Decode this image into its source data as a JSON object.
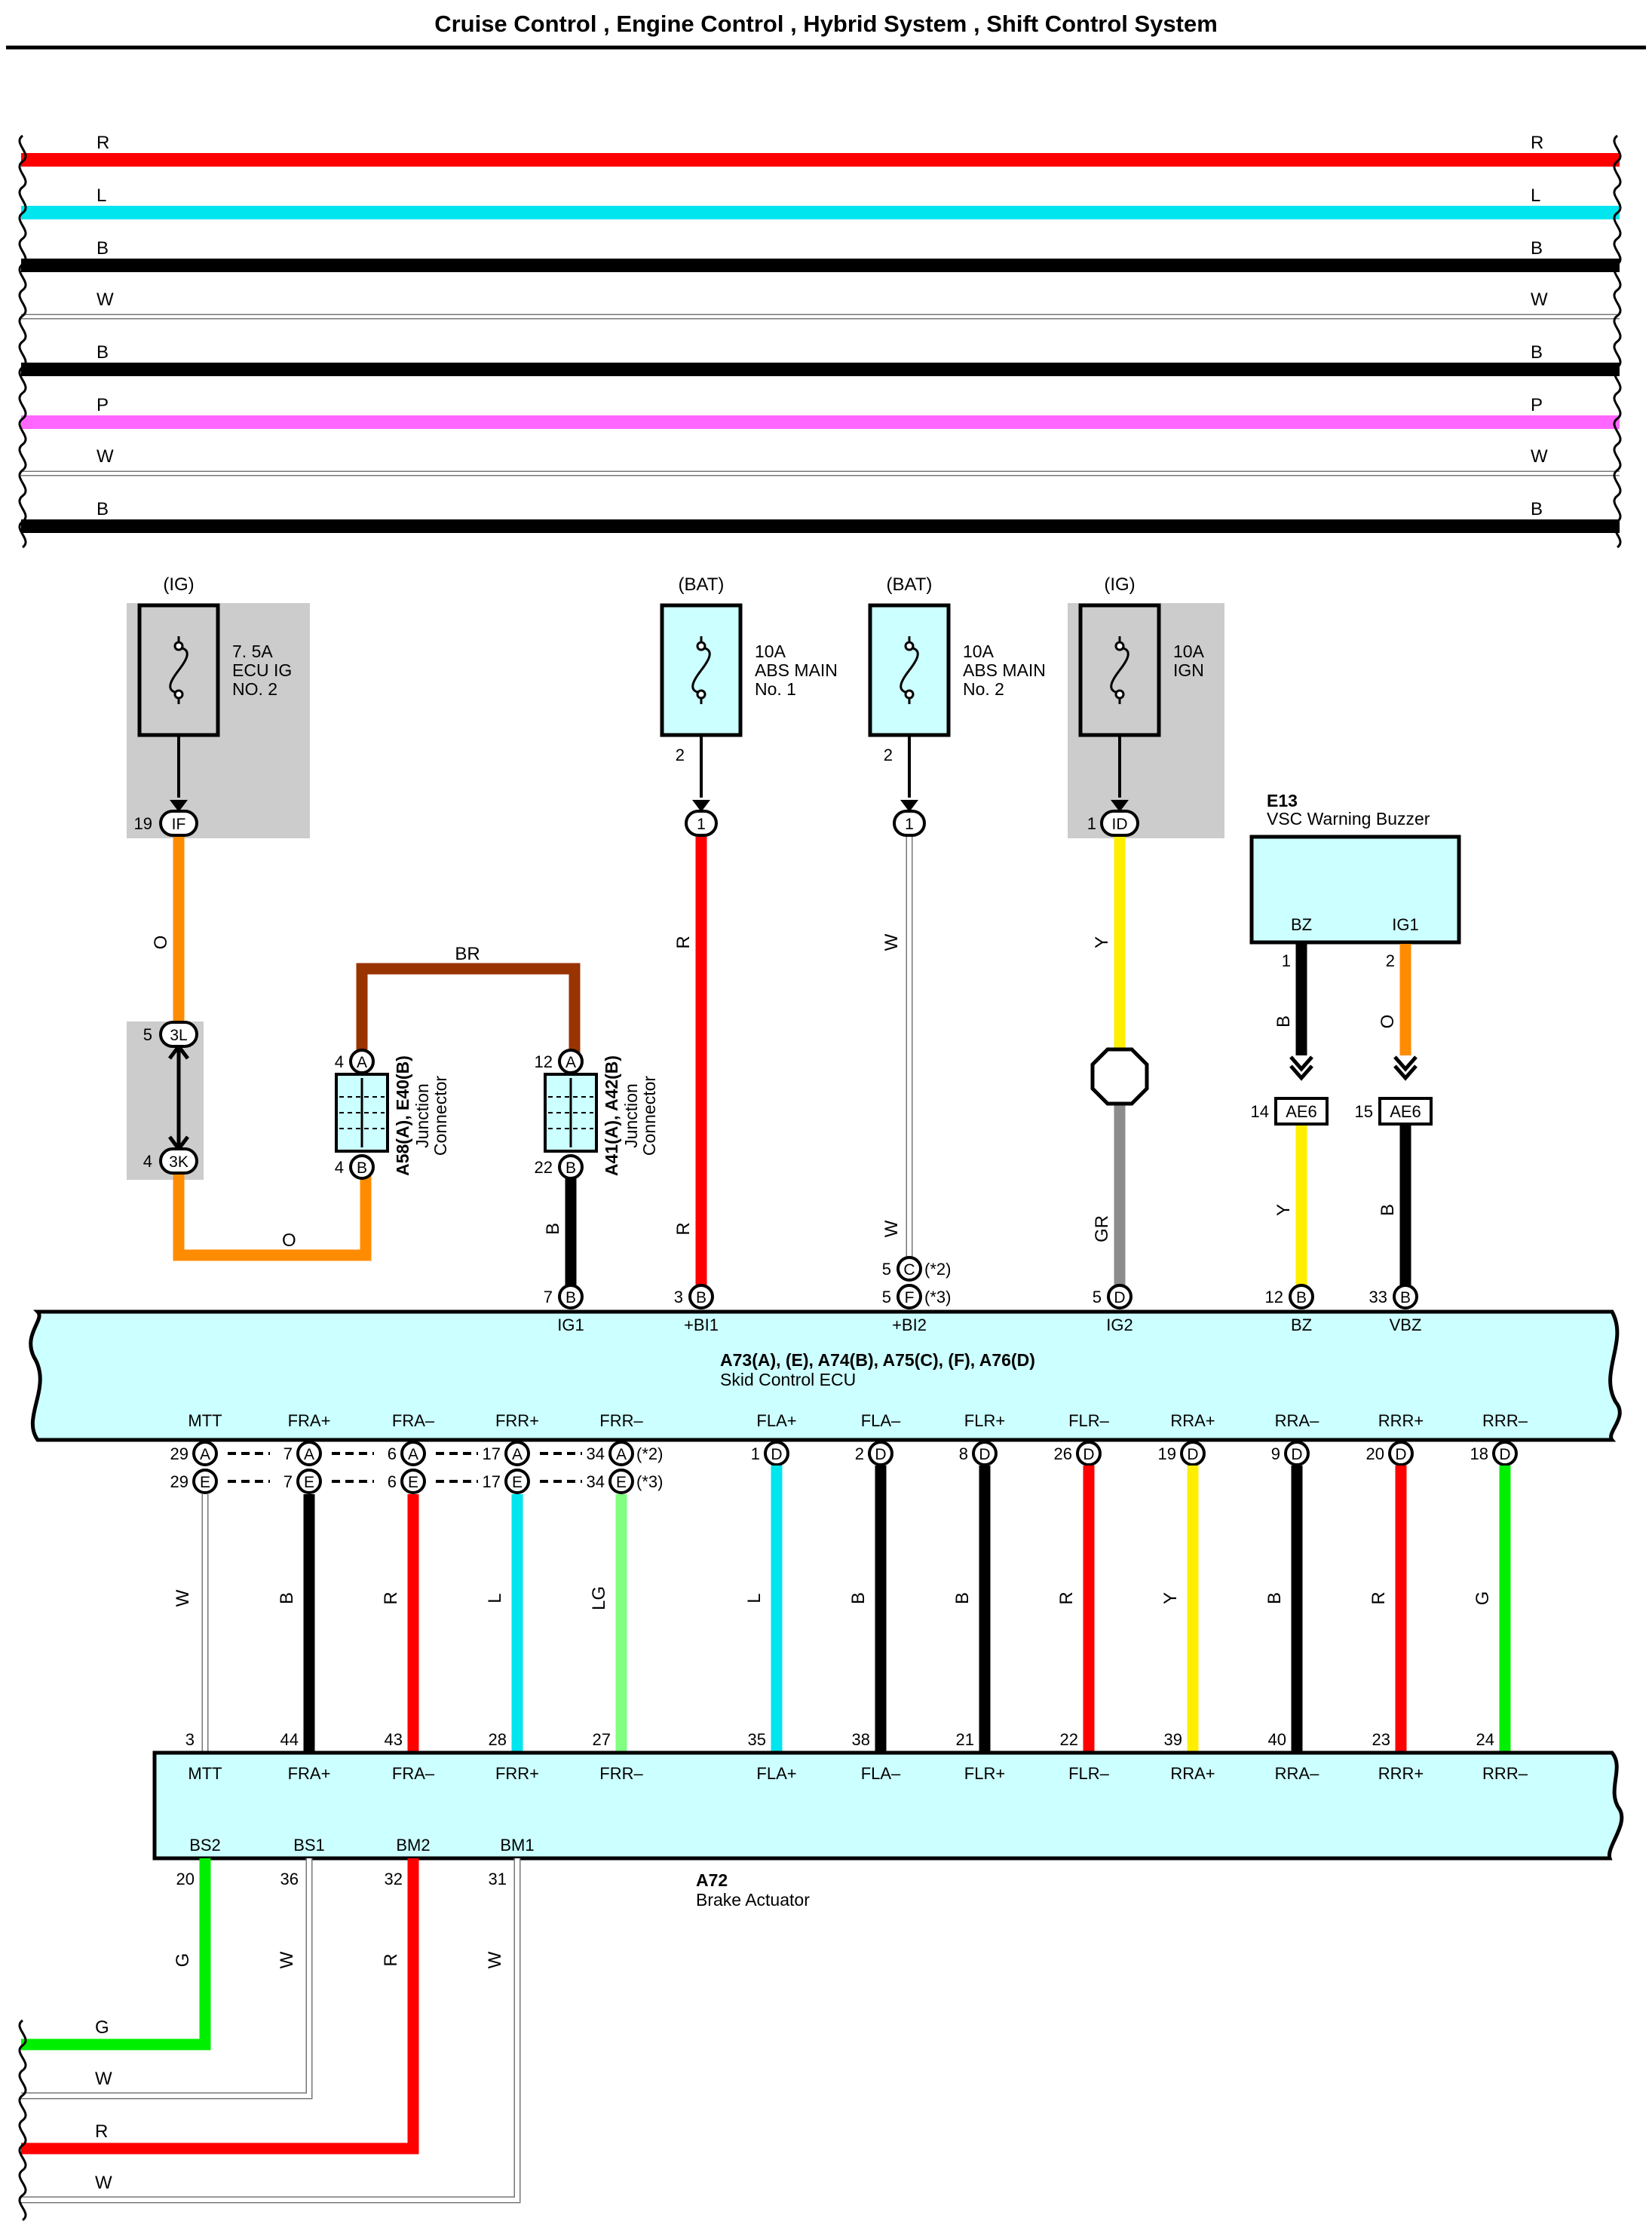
{
  "title": "Cruise Control , Engine Control , Hybrid System , Shift Control System",
  "colors": {
    "R": "#ff0000",
    "L": "#00e5ee",
    "B": "#000000",
    "W": "#ffffff",
    "P": "#ff66ff",
    "O": "#ff8c00",
    "BR": "#993300",
    "Y": "#ffee00",
    "GR": "#8c8c8c",
    "LG": "#80ff80",
    "G": "#00ee00",
    "box": "#ccffff",
    "shade": "#cccccc"
  },
  "top_wires": [
    "R",
    "L",
    "B",
    "W",
    "B",
    "P",
    "W",
    "B"
  ],
  "fuses": [
    {
      "source": "(IG)",
      "rating": "7. 5A",
      "name1": "ECU IG",
      "name2": "NO. 2",
      "pin": "19",
      "connector": "IF"
    },
    {
      "source": "(BAT)",
      "rating": "10A",
      "name1": "ABS MAIN",
      "name2": "No. 1",
      "pin_top": "2",
      "pin": "",
      "connector": "1"
    },
    {
      "source": "(BAT)",
      "rating": "10A",
      "name1": "ABS MAIN",
      "name2": "No. 2",
      "pin_top": "2",
      "pin": "",
      "connector": "1"
    },
    {
      "source": "(IG)",
      "rating": "10A",
      "name1": "IGN",
      "name2": "",
      "pin": "1",
      "connector": "ID"
    }
  ],
  "junction_3L": {
    "pin": "5",
    "label": "3L"
  },
  "junction_3K": {
    "pin": "4",
    "label": "3K"
  },
  "junction_conn1": {
    "name": "A58(A), E40(B)",
    "sub1": "Junction",
    "sub2": "Connector",
    "pin_a": "4",
    "pin_b": "4",
    "a": "A",
    "b": "B"
  },
  "junction_conn2": {
    "name": "A41(A), A42(B)",
    "sub1": "Junction",
    "sub2": "Connector",
    "pin_a": "12",
    "pin_b": "22",
    "a": "A",
    "b": "B"
  },
  "buzzer": {
    "id": "E13",
    "name": "VSC Warning Buzzer",
    "pin_bz": "BZ",
    "pin_ig1": "IG1",
    "pin_bz_num": "1",
    "pin_ig1_num": "2"
  },
  "ae6": [
    {
      "pin": "14",
      "label": "AE6"
    },
    {
      "pin": "15",
      "label": "AE6"
    }
  ],
  "ecu": {
    "id": "A73(A), (E), A74(B), A75(C), (F), A76(D)",
    "name": "Skid Control ECU",
    "top_pins": [
      {
        "num": "7",
        "conn": "B",
        "label": "IG1"
      },
      {
        "num": "3",
        "conn": "B",
        "label": "+BI1"
      },
      {
        "num": "5",
        "conn": "F",
        "label": "+BI2",
        "note": "(*3)"
      },
      {
        "num": "5",
        "conn": "D",
        "label": "IG2"
      },
      {
        "num": "12",
        "conn": "B",
        "label": "BZ"
      },
      {
        "num": "33",
        "conn": "B",
        "label": "VBZ"
      }
    ],
    "extra_pin": {
      "num": "5",
      "conn": "C",
      "note": "(*2)"
    },
    "bottom_labels": [
      "MTT",
      "FRA+",
      "FRA–",
      "FRR+",
      "FRR–",
      "FLA+",
      "FLA–",
      "FLR+",
      "FLR–",
      "RRA+",
      "RRA–",
      "RRR+",
      "RRR–"
    ],
    "row1": [
      {
        "num": "29",
        "conn": "A"
      },
      {
        "num": "7",
        "conn": "A"
      },
      {
        "num": "6",
        "conn": "A"
      },
      {
        "num": "17",
        "conn": "A"
      },
      {
        "num": "34",
        "conn": "A",
        "note": "(*2)"
      },
      {
        "num": "1",
        "conn": "D"
      },
      {
        "num": "2",
        "conn": "D"
      },
      {
        "num": "8",
        "conn": "D"
      },
      {
        "num": "26",
        "conn": "D"
      },
      {
        "num": "19",
        "conn": "D"
      },
      {
        "num": "9",
        "conn": "D"
      },
      {
        "num": "20",
        "conn": "D"
      },
      {
        "num": "18",
        "conn": "D"
      }
    ],
    "row2": [
      {
        "num": "29",
        "conn": "E"
      },
      {
        "num": "7",
        "conn": "E"
      },
      {
        "num": "6",
        "conn": "E"
      },
      {
        "num": "17",
        "conn": "E"
      },
      {
        "num": "34",
        "conn": "E",
        "note": "(*3)"
      }
    ]
  },
  "middle_wires": [
    "W",
    "B",
    "R",
    "L",
    "LG",
    "L",
    "B",
    "B",
    "R",
    "Y",
    "B",
    "R",
    "G"
  ],
  "actuator": {
    "id": "A72",
    "name": "Brake Actuator",
    "top_pins": [
      {
        "num": "3",
        "label": "MTT"
      },
      {
        "num": "44",
        "label": "FRA+"
      },
      {
        "num": "43",
        "label": "FRA–"
      },
      {
        "num": "28",
        "label": "FRR+"
      },
      {
        "num": "27",
        "label": "FRR–"
      },
      {
        "num": "35",
        "label": "FLA+"
      },
      {
        "num": "38",
        "label": "FLA–"
      },
      {
        "num": "21",
        "label": "FLR+"
      },
      {
        "num": "22",
        "label": "FLR–"
      },
      {
        "num": "39",
        "label": "RRA+"
      },
      {
        "num": "40",
        "label": "RRA–"
      },
      {
        "num": "23",
        "label": "RRR+"
      },
      {
        "num": "24",
        "label": "RRR–"
      }
    ],
    "bottom_pins": [
      {
        "num": "20",
        "label": "BS2",
        "wire": "G"
      },
      {
        "num": "36",
        "label": "BS1",
        "wire": "W"
      },
      {
        "num": "32",
        "label": "BM2",
        "wire": "R"
      },
      {
        "num": "31",
        "label": "BM1",
        "wire": "W"
      }
    ]
  },
  "wire_labels": {
    "O": "O",
    "BR": "BR",
    "B": "B",
    "R": "R",
    "W": "W",
    "Y": "Y",
    "GR": "GR",
    "G": "G",
    "LG": "LG",
    "L": "L"
  },
  "bottom_left_wires": [
    "G",
    "W",
    "R",
    "W"
  ]
}
